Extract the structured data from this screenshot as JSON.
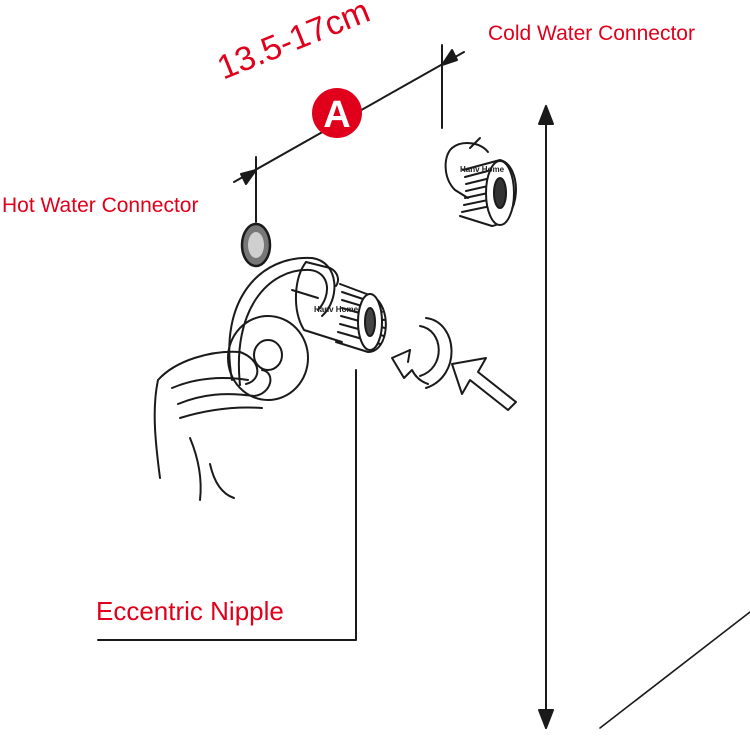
{
  "labels": {
    "cold_water_connector": "Cold Water Connector",
    "hot_water_connector": "Hot Water Connector",
    "eccentric_nipple": "Eccentric Nipple",
    "dimension": "13.5-17cm",
    "dimension_marker": "A"
  },
  "brand_marks": [
    "Hanv Home",
    "Hanv Home"
  ],
  "colors": {
    "annotation_red": "#e0001b",
    "line_black": "#1a1a1a"
  }
}
